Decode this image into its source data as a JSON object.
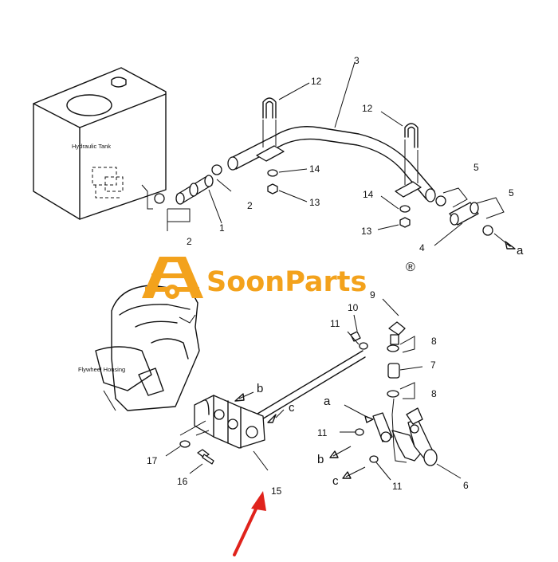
{
  "brand": {
    "name": "SoonParts",
    "registered_mark": "®",
    "color": "#f3a21c"
  },
  "components": {
    "hydraulic_tank": "Hydraulic Tank",
    "flywheel_housing": "Flywheel Housing"
  },
  "callouts": {
    "p1": "1",
    "p2a": "2",
    "p2b": "2",
    "p3": "3",
    "p4": "4",
    "p5a": "5",
    "p5b": "5",
    "p6": "6",
    "p7": "7",
    "p8a": "8",
    "p8b": "8",
    "p9": "9",
    "p10": "10",
    "p11a": "11",
    "p11b": "11",
    "p11c": "11",
    "p12a": "12",
    "p12b": "12",
    "p13a": "13",
    "p13b": "13",
    "p14a": "14",
    "p14b": "14",
    "p15": "15",
    "p16": "16",
    "p17": "17"
  },
  "connections": {
    "a1": "a",
    "a2": "a",
    "b1": "b",
    "b2": "b",
    "c1": "c",
    "c2": "c"
  },
  "pointer_color": "#e0231c"
}
